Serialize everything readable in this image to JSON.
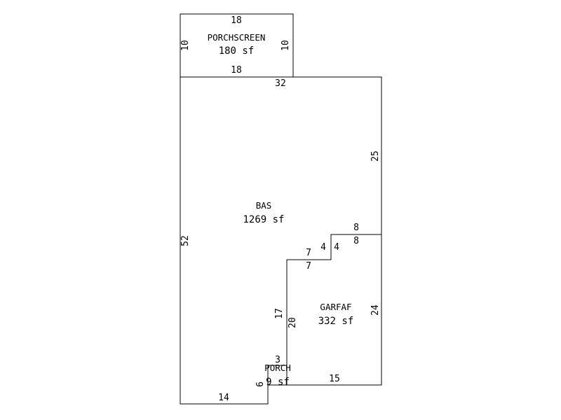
{
  "areas": {
    "porchscreen": {
      "label": "PORCHSCREEN",
      "size": "180 sf"
    },
    "bas": {
      "label": "BAS",
      "size": "1269 sf"
    },
    "garfaf": {
      "label": "GARFAF",
      "size": "332 sf"
    },
    "porch": {
      "label": "PORCH",
      "size": "9 sf"
    }
  },
  "dimensions": {
    "porchscreen_top": "18",
    "porchscreen_left": "10",
    "porchscreen_right": "10",
    "porchscreen_bottom": "18",
    "bas_top": "32",
    "bas_right": "25",
    "bas_left": "52",
    "bas_bottom": "14",
    "step_outer_top": "8",
    "step_inner_top": "8",
    "step_outer_vertical": "4",
    "step_inner_vertical": "4",
    "step_outer_horizontal": "7",
    "step_inner_horizontal": "7",
    "bas_garage_side": "17",
    "garage_left": "20",
    "garage_right": "24",
    "garage_bottom": "15",
    "porch_top": "3",
    "porch_left": "6"
  }
}
